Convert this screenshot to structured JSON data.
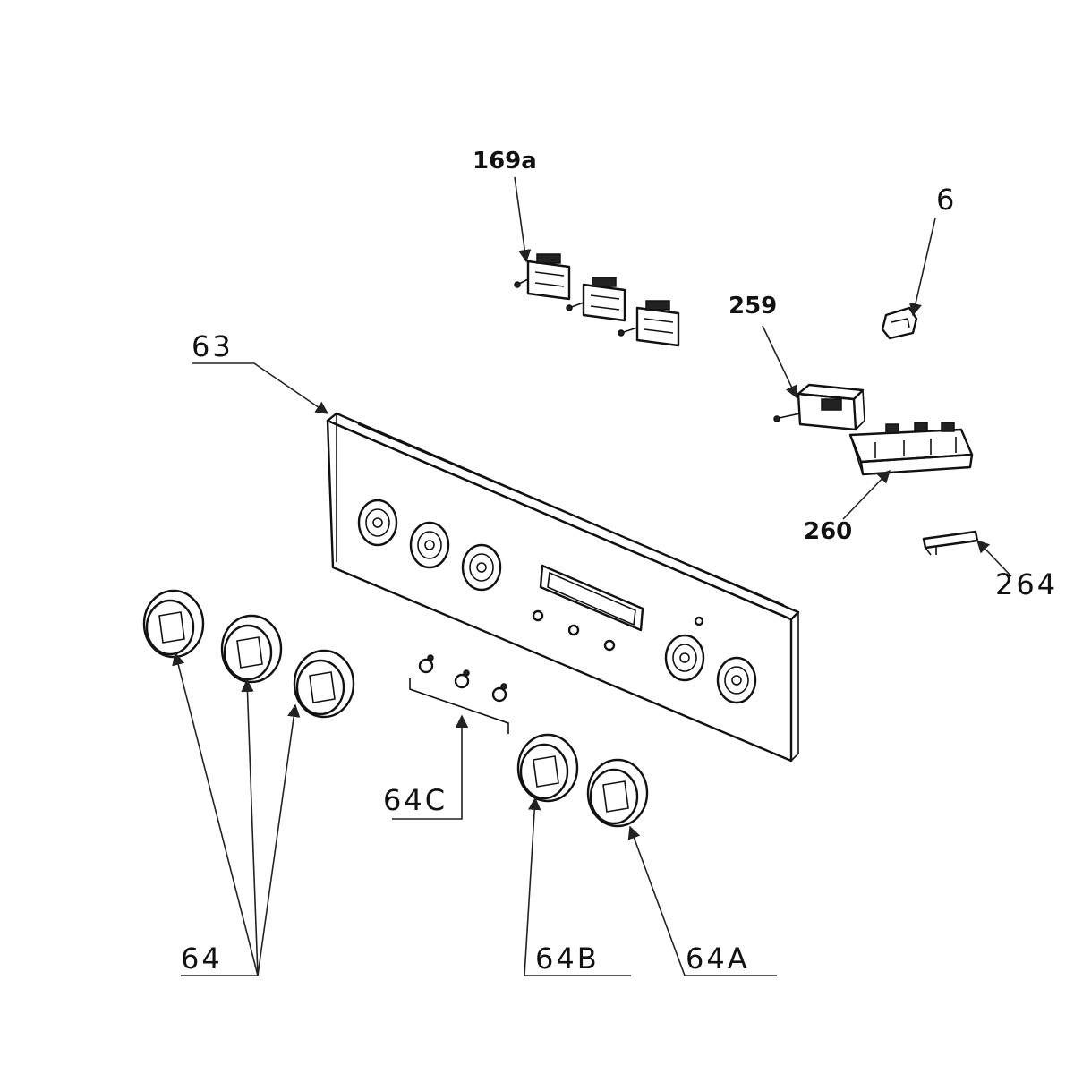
{
  "labels": {
    "p169a": "169a",
    "p6": "6",
    "p259": "259",
    "p63": "63",
    "p260": "260",
    "p264": "264",
    "p64c": "64C",
    "p64": "64",
    "p64b": "64B",
    "p64a": "64A"
  },
  "colors": {
    "ink": "#111111",
    "background": "#ffffff"
  }
}
